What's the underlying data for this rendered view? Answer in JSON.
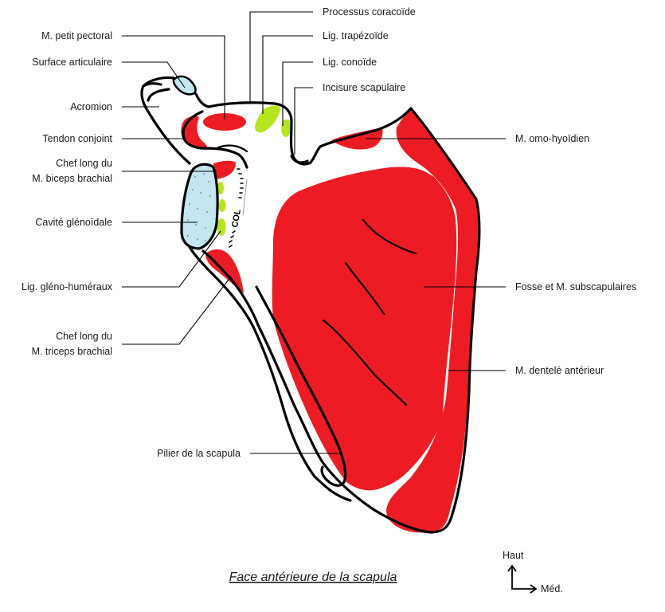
{
  "title": "Face antérieure de la scapula",
  "colors": {
    "muscle": "#ed1c24",
    "ligament": "#b5e61d",
    "cartilage": "#c3e6f0",
    "outline": "#000000"
  },
  "labels_left": [
    {
      "id": "petit-pectoral",
      "lines": [
        "M. petit pectoral"
      ]
    },
    {
      "id": "surface-articulaire",
      "lines": [
        "Surface articulaire"
      ]
    },
    {
      "id": "acromion",
      "lines": [
        "Acromion"
      ]
    },
    {
      "id": "tendon-conjoint",
      "lines": [
        "Tendon conjoint"
      ]
    },
    {
      "id": "biceps",
      "lines": [
        "Chef long du",
        "M. biceps brachial"
      ]
    },
    {
      "id": "cavite-glenoidale",
      "lines": [
        "Cavité glénoïdale"
      ]
    },
    {
      "id": "lig-gleno-humeraux",
      "lines": [
        "Lig. gléno-huméraux"
      ]
    },
    {
      "id": "triceps",
      "lines": [
        "Chef long du",
        "M. triceps brachial"
      ]
    },
    {
      "id": "pilier",
      "lines": [
        "Pilier de la scapula"
      ]
    }
  ],
  "labels_right": [
    {
      "id": "processus-coracoide",
      "lines": [
        "Processus coracoïde"
      ]
    },
    {
      "id": "lig-trapezoide",
      "lines": [
        "Lig. trapézoïde"
      ]
    },
    {
      "id": "lig-conoide",
      "lines": [
        "Lig. conoïde"
      ]
    },
    {
      "id": "incisure-scapulaire",
      "lines": [
        "Incisure scapulaire"
      ]
    },
    {
      "id": "omo-hyoidien",
      "lines": [
        "M. omo-hyoïdien"
      ]
    },
    {
      "id": "subscapulaire",
      "lines": [
        "Fosse et M. subscapulaires"
      ]
    },
    {
      "id": "dentele",
      "lines": [
        "M. dentelé antérieur"
      ]
    }
  ],
  "col_text": "COL",
  "orientation": {
    "up": "Haut",
    "right": "Méd."
  }
}
